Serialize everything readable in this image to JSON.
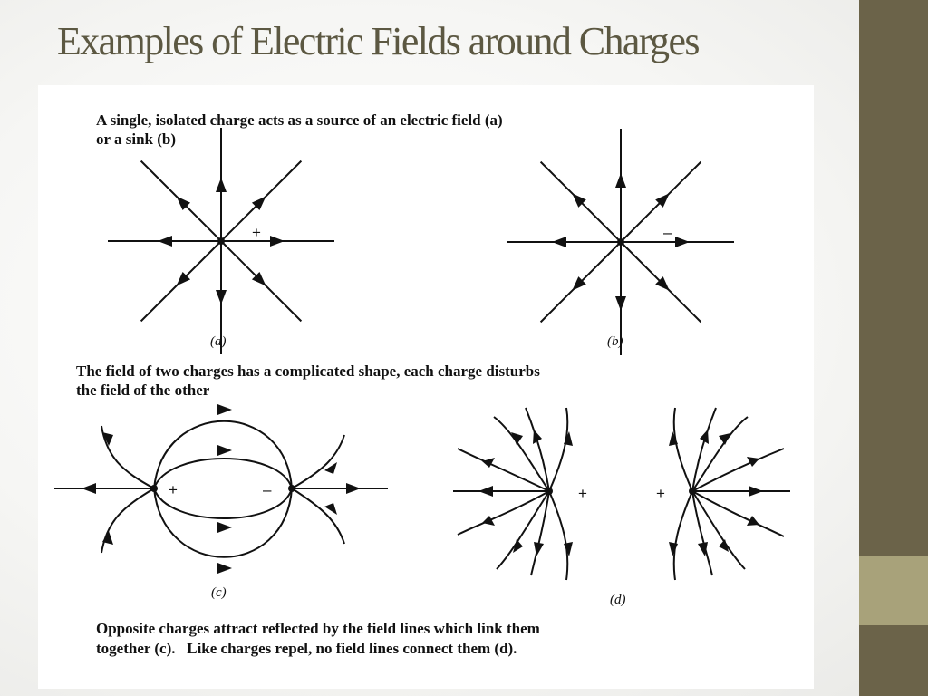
{
  "slide": {
    "title": "Examples of Electric Fields around Charges"
  },
  "text": {
    "intro_line1": "A single, isolated charge acts as a source of an electric field (a)",
    "intro_line2": "or a sink (b)",
    "mid_line1": "The field of two charges has a complicated shape, each charge disturbs",
    "mid_line2": "the field of the other",
    "bottom_line1": "Opposite charges attract reflected by the field lines which link them",
    "bottom_line2": "together (c).   Like charges repel, no field lines connect them (d)."
  },
  "diagrams": {
    "a": {
      "label": "(a)",
      "sign": "+"
    },
    "b": {
      "label": "(b)",
      "sign": "–"
    },
    "c": {
      "label": "(c)",
      "sign_left": "+",
      "sign_right": "–"
    },
    "d": {
      "label": "(d)",
      "sign_left": "+",
      "sign_right": "+"
    }
  },
  "colors": {
    "title": "#5c5842",
    "sidebar": "#6b6349",
    "sidebar_accent": "#a8a27a",
    "ink": "#111111"
  }
}
